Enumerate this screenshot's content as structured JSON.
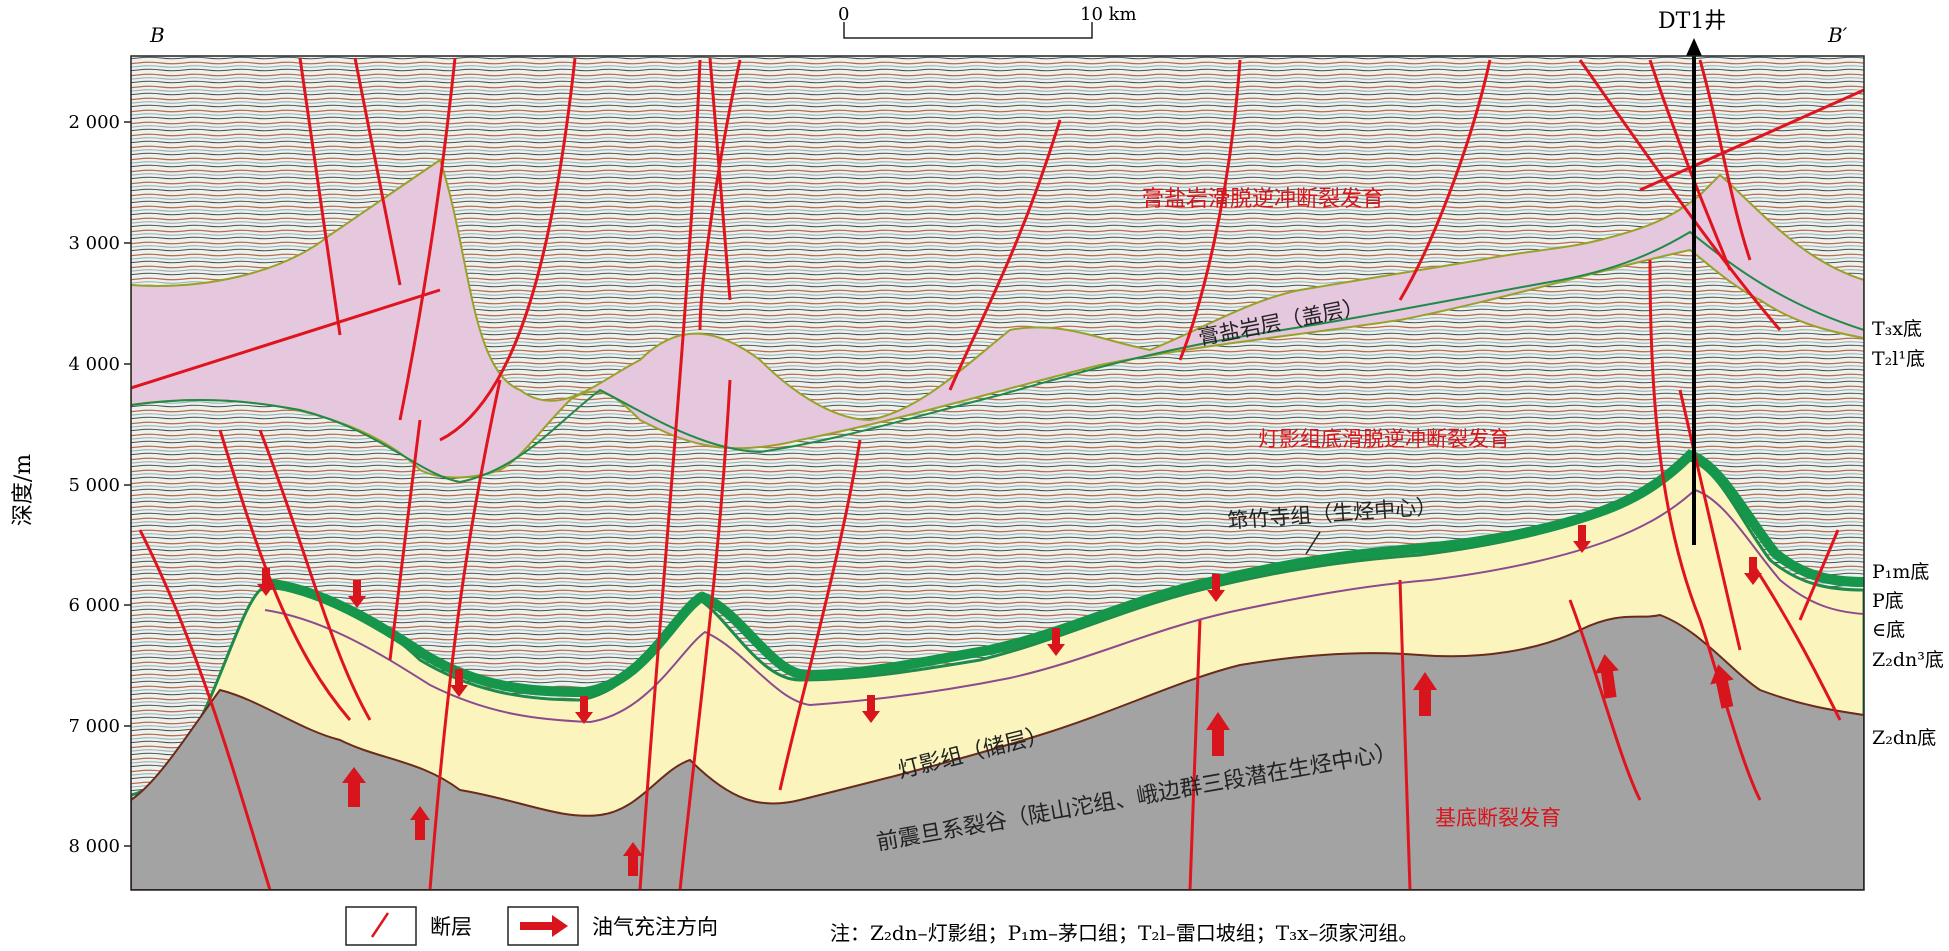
{
  "section": {
    "left_end": "B",
    "right_end": "B′",
    "well": "DT1井"
  },
  "scale_bar": {
    "start": "0",
    "end": "10 km"
  },
  "depth_axis": {
    "label": "深度/m",
    "ticks": [
      "2 000",
      "3 000",
      "4 000",
      "5 000",
      "6 000",
      "7 000",
      "8 000"
    ]
  },
  "annotations": {
    "salt_thrust": "膏盐岩滑脱逆冲断裂发育",
    "salt_layer": "膏盐岩层（盖层）",
    "dengying_thrust": "灯影组底滑脱逆冲断裂发育",
    "qiongzhusi": "筇竹寺组（生烃中心）",
    "dengying": "灯影组（储层）",
    "rift": "前震旦系裂谷（陡山沱组、峨边群三段潜在生烃中心）",
    "basement_fault": "基底断裂发育"
  },
  "horizons": {
    "t3x": "T₃x底",
    "t2l": "T₂l¹底",
    "p1m": "P₁m底",
    "p": "P底",
    "cambrian": "∈底",
    "z2dn3": "Z₂dn³底",
    "z2dn": "Z₂dn底"
  },
  "legend": {
    "fault": "断层",
    "charge": "油气充注方向"
  },
  "note": "注：Z₂dn–灯影组；P₁m–茅口组；T₂l–雷口坡组；T₃x–须家河组。",
  "colors": {
    "salt": "#e6c8de",
    "reservoir": "#fbf5bd",
    "rift": "#a3a3a3",
    "source": "#16964a",
    "fault": "#e0141e",
    "horizon": "#1f8a4a"
  }
}
